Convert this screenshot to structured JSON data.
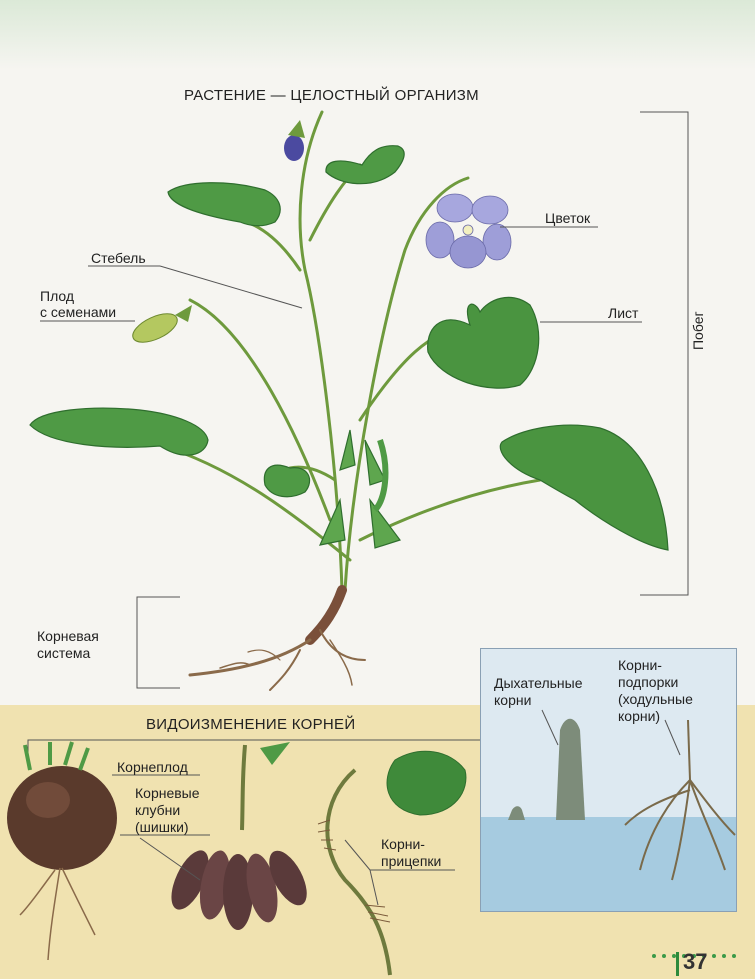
{
  "title_top": "РАСТЕНИЕ — ЦЕЛОСТНЫЙ ОРГАНИЗМ",
  "title_bottom": "ВИДОИЗМЕНЕНИЕ КОРНЕЙ",
  "labels": {
    "stem": "Стебель",
    "fruit_line1": "Плод",
    "fruit_line2": "с семенами",
    "flower": "Цветок",
    "leaf": "Лист",
    "shoot": "Побег",
    "root_system_line1": "Корневая",
    "root_system_line2": "система",
    "root_crop": "Корнеплод",
    "tubers_line1": "Корневые",
    "tubers_line2": "клубни",
    "tubers_line3": "(шишки)",
    "clinging_line1": "Корни-",
    "clinging_line2": "прицепки",
    "breathing_line1": "Дыхательные",
    "breathing_line2": "корни",
    "prop_line1": "Корни-",
    "prop_line2": "подпорки",
    "prop_line3": "(ходульные",
    "prop_line4": "корни)"
  },
  "page_number": "37",
  "colors": {
    "leaf": "#4f9a45",
    "leaf_dark": "#2f6e2e",
    "stem": "#6e9a3d",
    "flower": "#9a9ad8",
    "root": "#8a6a4a",
    "beet": "#5a3a2c",
    "tan_band": "#f0e2b0",
    "water": "#9cc6dd",
    "accent_green": "#2d8a3c"
  }
}
